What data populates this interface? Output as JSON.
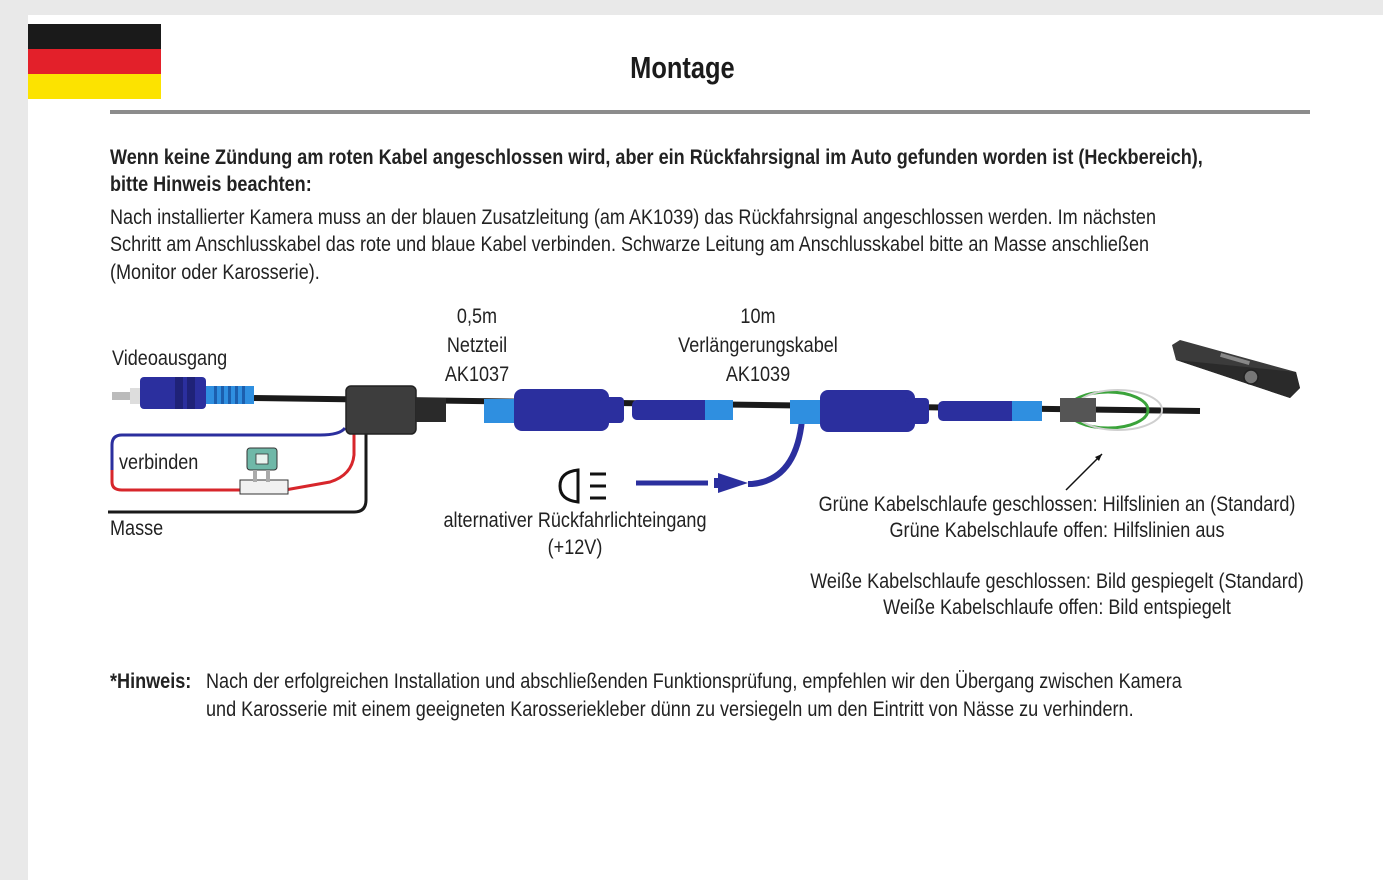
{
  "title": "Montage",
  "intro_bold": [
    "Wenn keine Zündung am roten Kabel angeschlossen wird, aber ein Rückfahrsignal im Auto gefunden worden ist (Heckbereich),",
    "bitte Hinweis beachten:"
  ],
  "intro": [
    "Nach installierter Kamera muss an der blauen Zusatzleitung (am AK1039) das Rückfahrsignal angeschlossen werden. Im nächsten",
    "Schritt am Anschlusskabel das rote und blaue Kabel verbinden. Schwarze Leitung am Anschlusskabel bitte an Masse anschließen",
    "(Monitor oder Karosserie)."
  ],
  "diagram": {
    "netzteil": [
      "0,5m",
      "Netzteil",
      "AK1037"
    ],
    "verlaengerung": [
      "10m",
      "Verlängerungskabel",
      "AK1039"
    ],
    "videoausgang": "Videoausgang",
    "verbinden": "verbinden",
    "masse": "Masse",
    "rueckfahrlicht": [
      "alternativer Rückfahrlichteingang",
      "(+12V)"
    ],
    "gruen": [
      "Grüne Kabelschlaufe geschlossen: Hilfslinien an (Standard)",
      "Grüne Kabelschlaufe offen: Hilfslinien aus"
    ],
    "weiss": [
      "Weiße Kabelschlaufe geschlossen: Bild gespiegelt (Standard)",
      "Weiße Kabelschlaufe offen: Bild entspiegelt"
    ]
  },
  "hinweis_label": "*Hinweis:",
  "hinweis": [
    "Nach der erfolgreichen Installation und abschließenden Funktionsprüfung, empfehlen wir den Übergang zwischen Kamera",
    "und Karosserie mit einem geeigneten Karosseriekleber dünn zu versiegeln um den Eintritt von Nässe zu verhindern."
  ],
  "colors": {
    "flag": [
      "#1a1a1a",
      "#e3202a",
      "#fce300"
    ],
    "cable_blue": "#2b2f9e",
    "red_wire": "#d7262b"
  }
}
